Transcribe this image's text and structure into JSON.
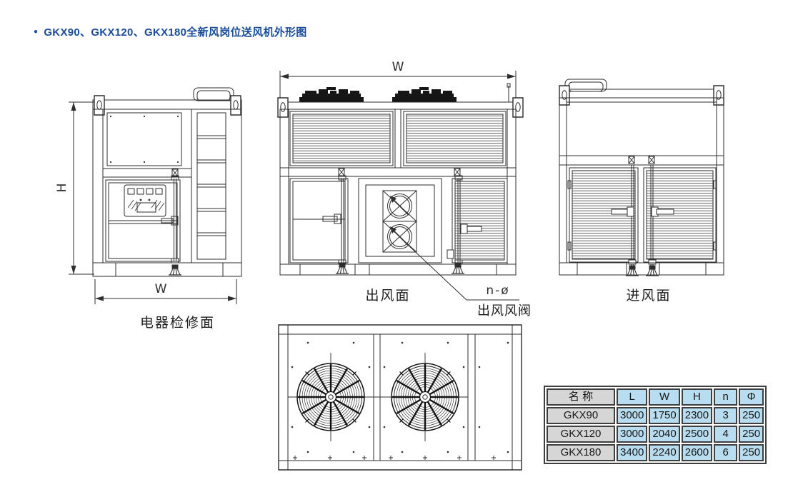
{
  "page": {
    "title_bullet": "●",
    "title": "GKX90、GKX120、GKX180全新风岗位送风机外形图"
  },
  "drawing": {
    "left_view": {
      "caption": "电器检修面",
      "dim_h": "H",
      "dim_w": "W"
    },
    "front_view": {
      "caption": "出风面",
      "dim_w": "W",
      "callout_label": "n-ø",
      "callout_caption": "出风风阀"
    },
    "inlet_view": {
      "caption": "进风面"
    }
  },
  "table": {
    "headers": [
      "名 称",
      "L",
      "W",
      "H",
      "n",
      "Φ"
    ],
    "rows": [
      [
        "GKX90",
        "3000",
        "1750",
        "2300",
        "3",
        "250"
      ],
      [
        "GKX120",
        "3000",
        "2040",
        "2500",
        "4",
        "250"
      ],
      [
        "GKX180",
        "3400",
        "2240",
        "2600",
        "6",
        "250"
      ]
    ]
  },
  "colors": {
    "title_blue": "#1a4c99",
    "line": "#2e2e2e",
    "table_border": "#3f3f3f",
    "table_name_bg": "#d6d6d6",
    "table_value_bg": "#b8ddf0"
  }
}
